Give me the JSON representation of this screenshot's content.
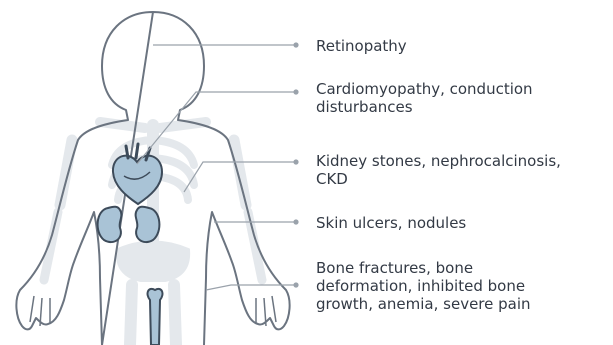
{
  "labels": [
    "Retinopathy",
    "Cardiomyopathy, conduction\ndisturbances",
    "Kidney stones, nephrocalcinosis,\nCKD",
    "Skin ulcers, nodules",
    "Bone fractures, bone\ndeformation, inhibited bone\ngrowth, anemia, severe pain"
  ],
  "colors": {
    "outline": "#6b7480",
    "skeleton": "#e4e8ec",
    "organ_fill": "#a9c3d6",
    "organ_stroke": "#3d4b5a",
    "leader_line": "#9aa2ab",
    "text": "#333a45"
  }
}
